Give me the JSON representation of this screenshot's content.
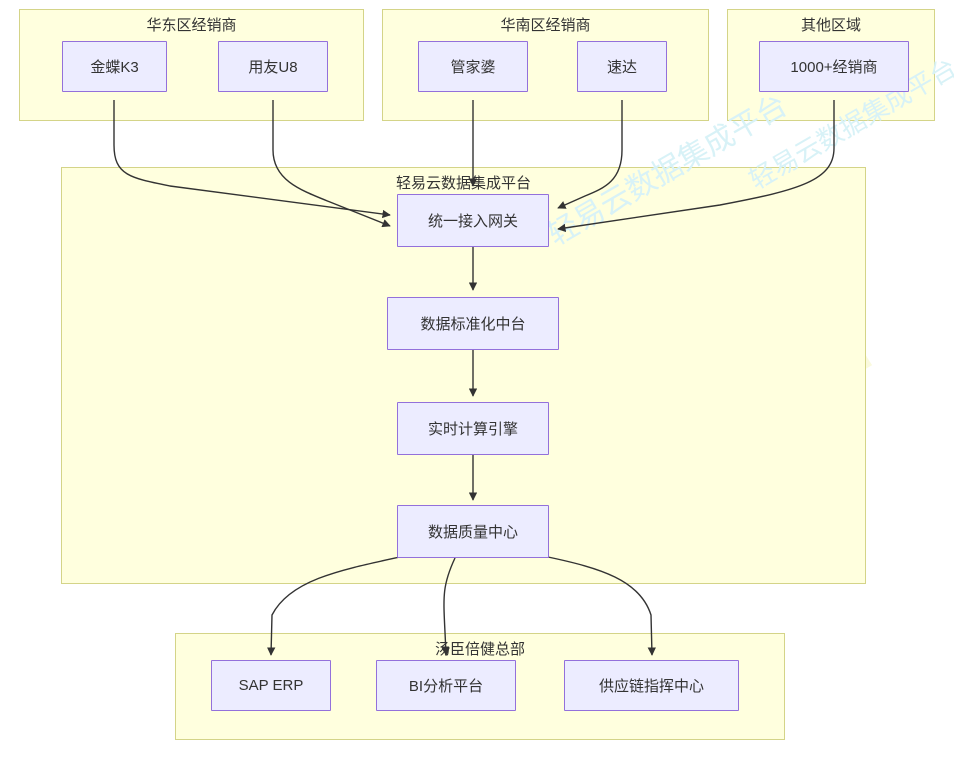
{
  "diagram": {
    "type": "flowchart",
    "direction": "top-to-bottom",
    "watermarks": [
      {
        "text": "轻易云数据集成平台",
        "color": "#d8f2f7"
      },
      {
        "text": "cloud",
        "color": "#fafad7"
      }
    ],
    "colors": {
      "group_fill": "#ffffde",
      "group_border": "#d4d488",
      "node_fill": "#ececff",
      "node_border": "#9370db",
      "edge": "#333333",
      "text": "#333333"
    }
  },
  "groups": [
    {
      "id": "east",
      "title": "华东区经销商",
      "nodes": [
        {
          "id": "kingdee",
          "label": "金蝶K3"
        },
        {
          "id": "yonyou",
          "label": "用友U8"
        }
      ]
    },
    {
      "id": "south",
      "title": "华南区经销商",
      "nodes": [
        {
          "id": "guanjiapo",
          "label": "管家婆"
        },
        {
          "id": "suda",
          "label": "速达"
        }
      ]
    },
    {
      "id": "other",
      "title": "其他区域",
      "nodes": [
        {
          "id": "thousand",
          "label": "1000+经销商"
        }
      ]
    },
    {
      "id": "platform",
      "title": "轻易云数据集成平台",
      "nodes": [
        {
          "id": "gateway",
          "label": "统一接入网关"
        },
        {
          "id": "standardize",
          "label": "数据标准化中台"
        },
        {
          "id": "compute",
          "label": "实时计算引擎"
        },
        {
          "id": "quality",
          "label": "数据质量中心"
        }
      ]
    },
    {
      "id": "hq",
      "title": "汤臣倍健总部",
      "nodes": [
        {
          "id": "sap",
          "label": "SAP ERP"
        },
        {
          "id": "bi",
          "label": "BI分析平台"
        },
        {
          "id": "scm",
          "label": "供应链指挥中心"
        }
      ]
    }
  ],
  "edges": [
    {
      "from": "kingdee",
      "to": "gateway"
    },
    {
      "from": "yonyou",
      "to": "gateway"
    },
    {
      "from": "guanjiapo",
      "to": "gateway"
    },
    {
      "from": "suda",
      "to": "gateway"
    },
    {
      "from": "thousand",
      "to": "gateway"
    },
    {
      "from": "gateway",
      "to": "standardize"
    },
    {
      "from": "standardize",
      "to": "compute"
    },
    {
      "from": "compute",
      "to": "quality"
    },
    {
      "from": "quality",
      "to": "sap"
    },
    {
      "from": "quality",
      "to": "bi"
    },
    {
      "from": "quality",
      "to": "scm"
    }
  ]
}
